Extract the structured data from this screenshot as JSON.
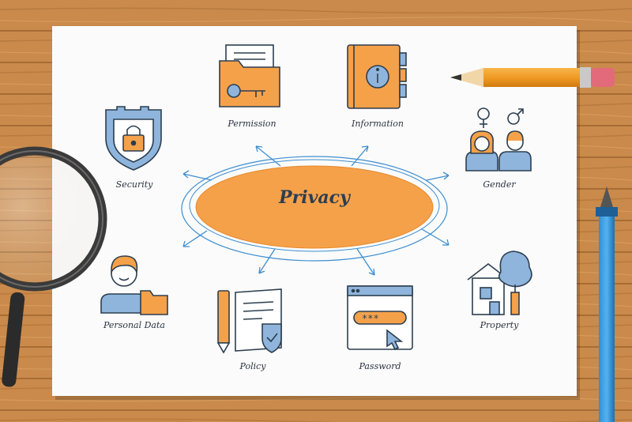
{
  "diagram": {
    "center": {
      "title": "Privacy"
    },
    "nodes": [
      {
        "id": "permission",
        "label": "Permission",
        "icon": "folder-key-icon"
      },
      {
        "id": "information",
        "label": "Information",
        "icon": "info-notebook-icon"
      },
      {
        "id": "security",
        "label": "Security",
        "icon": "shield-lock-icon"
      },
      {
        "id": "gender",
        "label": "Gender",
        "icon": "gender-people-icon"
      },
      {
        "id": "personal_data",
        "label": "Personal Data",
        "icon": "person-folder-icon"
      },
      {
        "id": "policy",
        "label": "Policy",
        "icon": "policy-document-icon"
      },
      {
        "id": "password",
        "label": "Password",
        "icon": "password-window-icon"
      },
      {
        "id": "property",
        "label": "Property",
        "icon": "house-tree-icon"
      }
    ]
  },
  "colors": {
    "accent": "#f5a14a",
    "accent_dark": "#e8892a",
    "icon_blue": "#8fb5dc",
    "line_blue": "#3e8ed0",
    "outline": "#2c3e50",
    "wood": "#c98a4b"
  }
}
